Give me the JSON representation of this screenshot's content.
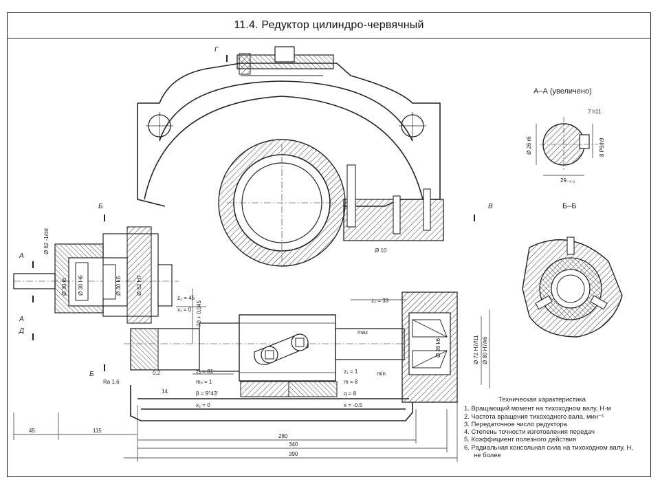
{
  "title": "11.4. Редуктор цилиндро-червячный",
  "section_labels": {
    "aa": "А–А (увеличено)",
    "bb": "Б–Б"
  },
  "cut_markers": {
    "g": "Г",
    "b": "Б",
    "v": "В",
    "a": "А",
    "d": "Д"
  },
  "dimensions": {
    "d_shaft_aa": "Ø 26 r6",
    "key_width": "7 h11",
    "key_depth": "8 P9/h9",
    "key_height": "29₋₀.₂",
    "d_outer": "Ø 62 -1/dd",
    "d10": "Ø 10",
    "ra16": "Ra 1,6",
    "z2_45": "z₂ = 45",
    "x1_0": "x₁ = 0",
    "dist": "70 + 0,045",
    "z2_33": "z₂ = 33",
    "d72": "Ø 72 H7/f11",
    "d80": "Ø 80 H7/k6",
    "d26": "Ø 26 k6",
    "max": "max",
    "min": "min",
    "z2_81": "z₂ = 81",
    "mn1": "mₙ = 1",
    "beta": "β = 9°43'",
    "x2": "x₂ = 0",
    "z1": "z₁ = 1",
    "m8": "m = 8",
    "q8": "q = 8",
    "x05": "x = -0.5",
    "d45": "45",
    "d115": "115",
    "d280": "280",
    "d340": "340",
    "d390": "390",
    "d14": "14",
    "d02": "0.2",
    "d30": "Ø 30 l6",
    "d30h6": "Ø 30 H6",
    "d62h7": "Ø 62 H7",
    "d30k6": "Ø 30 k6"
  },
  "specs": {
    "heading": "Техническая характеристика",
    "items": [
      "1. Вращающий момент на тихоходном валу, Н·м",
      "2. Частота вращения тихоходного вала, мин⁻¹",
      "3. Передаточное число редуктора",
      "4. Степень точности изготовления передач",
      "5. Коэффициент полезного действия",
      "6. Радиальная консольная сила на тихоходном валу, Н,"
    ],
    "item6_cont": "не более"
  }
}
